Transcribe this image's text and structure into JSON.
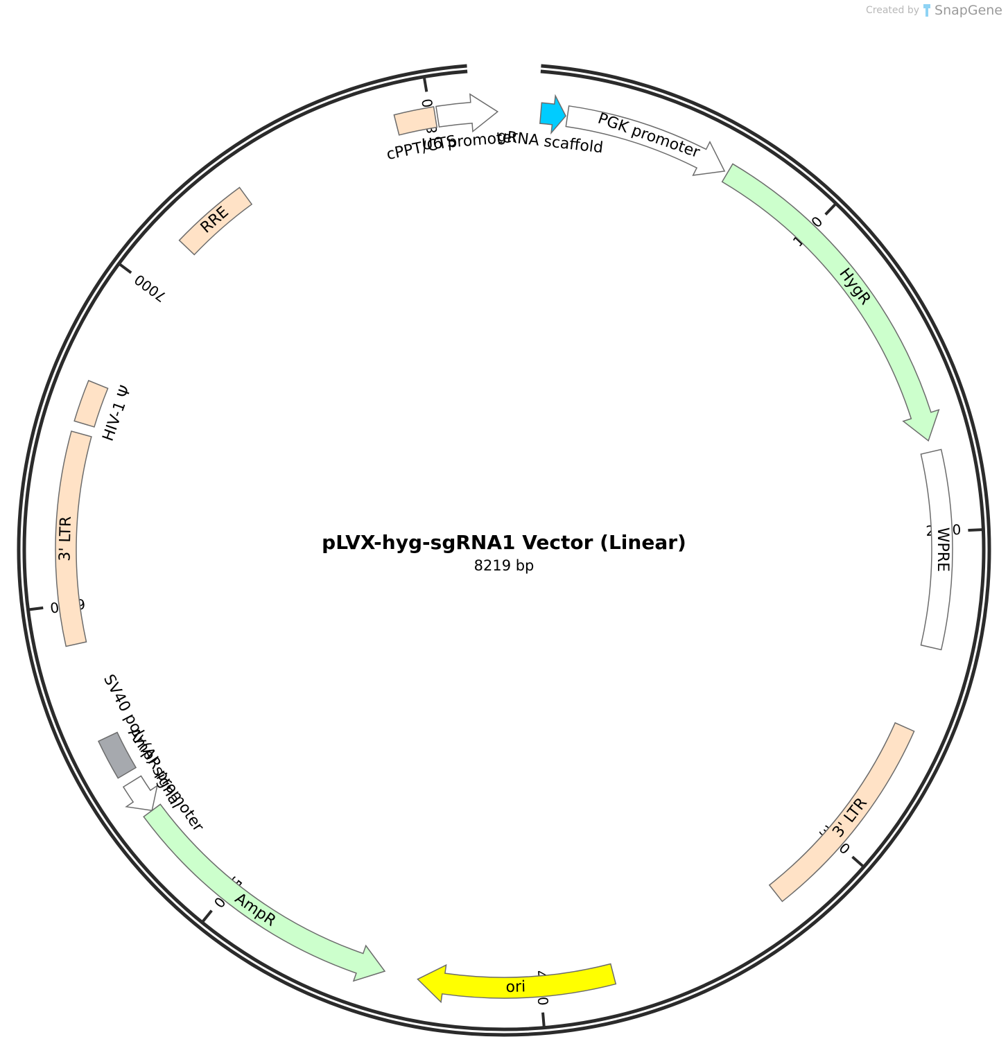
{
  "credit": {
    "prefix": "Created by",
    "brand": "SnapGene"
  },
  "plasmid": {
    "name": "pLVX-hyg-sgRNA1 Vector (Linear)",
    "size_label": "8219 bp",
    "length": 8219
  },
  "ticks": [
    {
      "pos": 1000,
      "label": "1000"
    },
    {
      "pos": 2000,
      "label": "2000"
    },
    {
      "pos": 3000,
      "label": "3000"
    },
    {
      "pos": 4000,
      "label": "4000"
    },
    {
      "pos": 5000,
      "label": "5000"
    },
    {
      "pos": 6000,
      "label": "6000"
    },
    {
      "pos": 7000,
      "label": "7000"
    },
    {
      "pos": 8000,
      "label": "8000"
    }
  ],
  "features": [
    {
      "name": "gRNA scaffold",
      "start": 110,
      "end": 185,
      "direction": "forward",
      "color": "#00ccff",
      "label_outside": true
    },
    {
      "name": "PGK promoter",
      "start": 190,
      "end": 690,
      "direction": "forward",
      "color": "#ffffff",
      "label_outside": false
    },
    {
      "name": "HygR",
      "start": 700,
      "end": 1726,
      "direction": "forward",
      "color": "#ccffcc",
      "label_outside": false
    },
    {
      "name": "WPRE",
      "start": 1760,
      "end": 2349,
      "direction": "none",
      "color": "#ffffff",
      "label_outside": false
    },
    {
      "name": "3' LTR",
      "start": 2600,
      "end": 3234,
      "direction": "none",
      "color": "#ffe2c6",
      "label_outside": false
    },
    {
      "name": "ori",
      "start": 3780,
      "end": 4369,
      "direction": "forward",
      "color": "#ffff00",
      "label_outside": false
    },
    {
      "name": "AmpR",
      "start": 4470,
      "end": 5330,
      "direction": "reverse",
      "color": "#ccffcc",
      "label_outside": false
    },
    {
      "name": "AmpR promoter",
      "start": 5330,
      "end": 5435,
      "direction": "reverse",
      "color": "#ffffff",
      "label_outside": true
    },
    {
      "name": "SV40 poly(A) signal",
      "start": 5465,
      "end": 5587,
      "direction": "none",
      "color": "#a6a9ae",
      "label_outside": true
    },
    {
      "name": "3' LTR",
      "start": 5880,
      "end": 6514,
      "direction": "none",
      "color": "#ffe2c6",
      "label_outside": false
    },
    {
      "name": "HIV-1 Ψ",
      "start": 6545,
      "end": 6670,
      "direction": "none",
      "color": "#ffe2c6",
      "label_outside": true
    },
    {
      "name": "RRE",
      "start": 7160,
      "end": 7394,
      "direction": "none",
      "color": "#ffe2c6",
      "label_outside": false
    },
    {
      "name": "cPPT/CTS",
      "start": 7895,
      "end": 8013,
      "direction": "none",
      "color": "#ffe2c6",
      "label_outside": true
    },
    {
      "name": "U6 promoter",
      "start": 8020,
      "end": 8200,
      "direction": "forward",
      "color": "#ffffff",
      "label_outside": true
    }
  ]
}
